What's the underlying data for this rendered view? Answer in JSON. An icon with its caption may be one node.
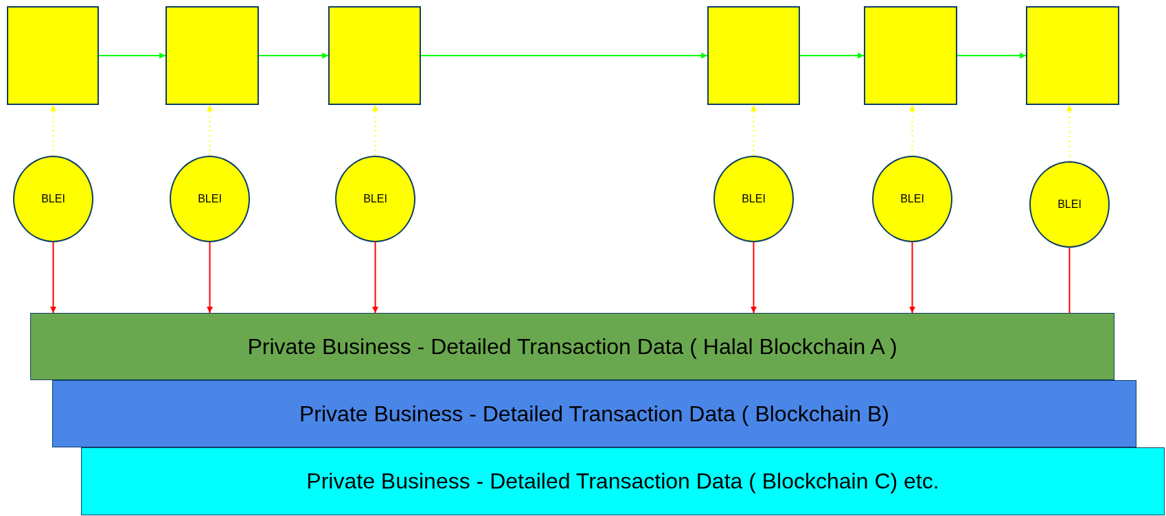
{
  "diagram": {
    "nodes": [
      {
        "text": [],
        "shape": "box"
      },
      {
        "text": [],
        "shape": "box"
      },
      {
        "text": [],
        "shape": "box"
      },
      {
        "text": [],
        "shape": "box"
      },
      {
        "text": [],
        "shape": "box"
      },
      {
        "text": [],
        "shape": "box"
      },
      {
        "text": [
          "BLEI"
        ]
      },
      {
        "text": [
          "BLEI"
        ]
      },
      {
        "text": [
          "BLEI"
        ]
      },
      {
        "text": [
          "BLEI"
        ]
      },
      {
        "text": [
          "BLEI"
        ]
      },
      {
        "text": [
          "BLEI"
        ]
      },
      {
        "text": [
          "Private Business - Detailed Transaction Data ( Halal Blockchain A )"
        ]
      },
      {
        "text": [
          "Private Business - Detailed Transaction Data ( Blockchain B)"
        ]
      },
      {
        "text": [
          "Private Business - Detailed Transaction Data ( Blockchain C) etc."
        ]
      }
    ],
    "edges": [
      {
        "from": 0,
        "to": 1,
        "arrow": "to",
        "color": "#00ff00"
      },
      {
        "from": 1,
        "to": 2,
        "arrow": "to",
        "color": "#00ff00"
      },
      {
        "from": 2,
        "to": 3,
        "arrow": "to",
        "color": "#00ff00"
      },
      {
        "from": 3,
        "to": 4,
        "arrow": "to",
        "color": "#00ff00"
      },
      {
        "from": 4,
        "to": 5,
        "arrow": "to",
        "color": "#00ff00"
      },
      {
        "from": 6,
        "to": 0,
        "arrow": "to",
        "style": "dashed",
        "color": "#ffff00"
      },
      {
        "from": 7,
        "to": 1,
        "arrow": "to",
        "style": "dashed",
        "color": "#ffff00"
      },
      {
        "from": 8,
        "to": 2,
        "arrow": "to",
        "style": "dashed",
        "color": "#ffff00"
      },
      {
        "from": 9,
        "to": 3,
        "arrow": "to",
        "style": "dashed",
        "color": "#ffff00"
      },
      {
        "from": 10,
        "to": 4,
        "arrow": "to",
        "style": "dashed",
        "color": "#ffff00"
      },
      {
        "from": 11,
        "to": 5,
        "arrow": "to",
        "style": "dashed",
        "color": "#ffff00"
      },
      {
        "from": 6,
        "to": 12,
        "arrow": "to",
        "color": "#ff0000"
      },
      {
        "from": 7,
        "to": 12,
        "arrow": "to",
        "color": "#ff0000"
      },
      {
        "from": 8,
        "to": 12,
        "arrow": "to",
        "color": "#ff0000"
      },
      {
        "from": 9,
        "to": 12,
        "arrow": "to",
        "color": "#ff0000"
      },
      {
        "from": 10,
        "to": 12,
        "arrow": "to",
        "color": "#ff0000"
      },
      {
        "from": 11,
        "to": 12,
        "arrow": "none",
        "color": "#ff0000"
      }
    ]
  }
}
